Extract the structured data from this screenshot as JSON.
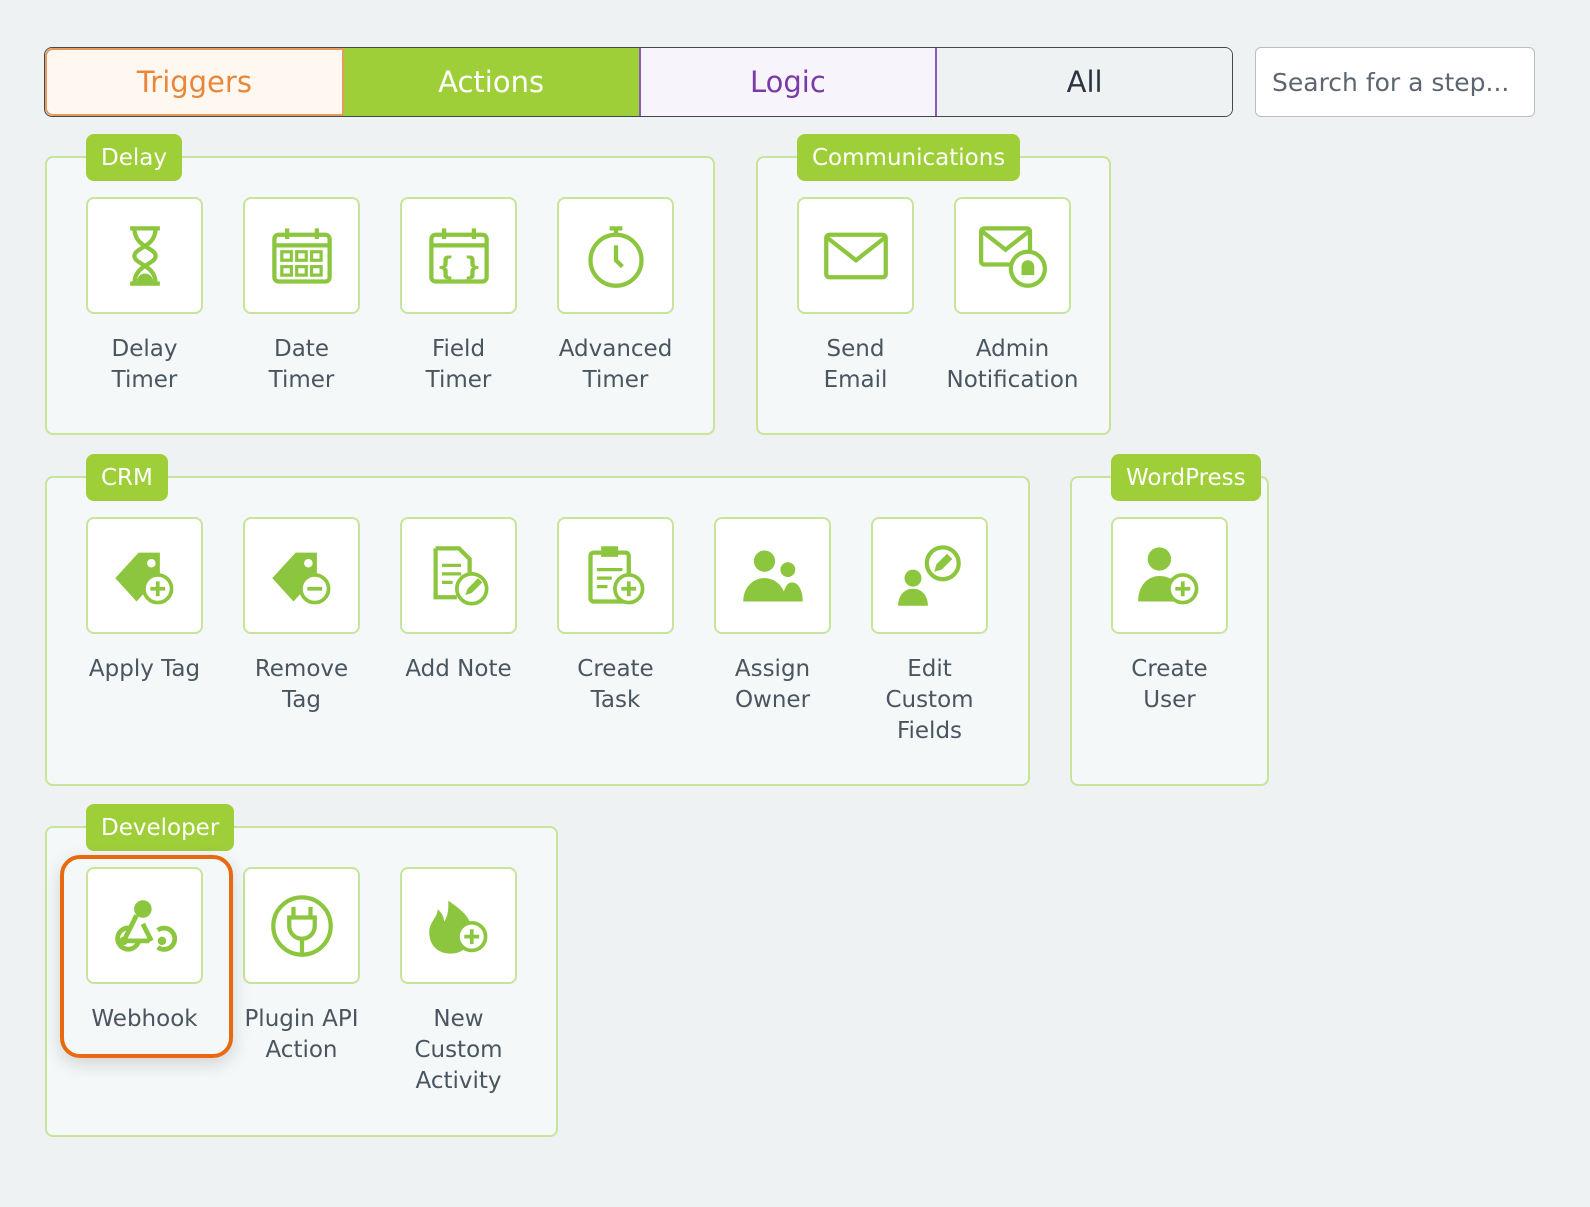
{
  "tabs": [
    {
      "label": "Triggers",
      "cls": "t-trig"
    },
    {
      "label": "Actions",
      "cls": "t-act"
    },
    {
      "label": "Logic",
      "cls": "t-log"
    },
    {
      "label": "All",
      "cls": "t-all"
    }
  ],
  "search": {
    "placeholder": "Search for a step..."
  },
  "colors": {
    "accent": "#9ecf38",
    "highlight": "#e8690f"
  },
  "groups": [
    {
      "label": "Delay",
      "items": [
        {
          "label": "Delay\nTimer",
          "icon": "hourglass-icon"
        },
        {
          "label": "Date\nTimer",
          "icon": "calendar-icon"
        },
        {
          "label": "Field\nTimer",
          "icon": "calendar-braces-icon"
        },
        {
          "label": "Advanced\nTimer",
          "icon": "stopwatch-icon"
        }
      ]
    },
    {
      "label": "Communications",
      "items": [
        {
          "label": "Send\nEmail",
          "icon": "envelope-icon"
        },
        {
          "label": "Admin\nNotification",
          "icon": "envelope-bell-icon"
        }
      ]
    },
    {
      "label": "CRM",
      "items": [
        {
          "label": "Apply Tag",
          "icon": "tag-plus-icon"
        },
        {
          "label": "Remove\nTag",
          "icon": "tag-minus-icon"
        },
        {
          "label": "Add Note",
          "icon": "note-edit-icon"
        },
        {
          "label": "Create\nTask",
          "icon": "clipboard-plus-icon"
        },
        {
          "label": "Assign\nOwner",
          "icon": "users-icon"
        },
        {
          "label": "Edit\nCustom\nFields",
          "icon": "user-edit-icon"
        }
      ]
    },
    {
      "label": "WordPress",
      "items": [
        {
          "label": "Create\nUser",
          "icon": "user-plus-icon"
        }
      ]
    },
    {
      "label": "Developer",
      "items": [
        {
          "label": "Webhook",
          "icon": "webhook-icon"
        },
        {
          "label": "Plugin API\nAction",
          "icon": "plug-icon"
        },
        {
          "label": "New\nCustom\nActivity",
          "icon": "flame-plus-icon"
        }
      ]
    }
  ]
}
